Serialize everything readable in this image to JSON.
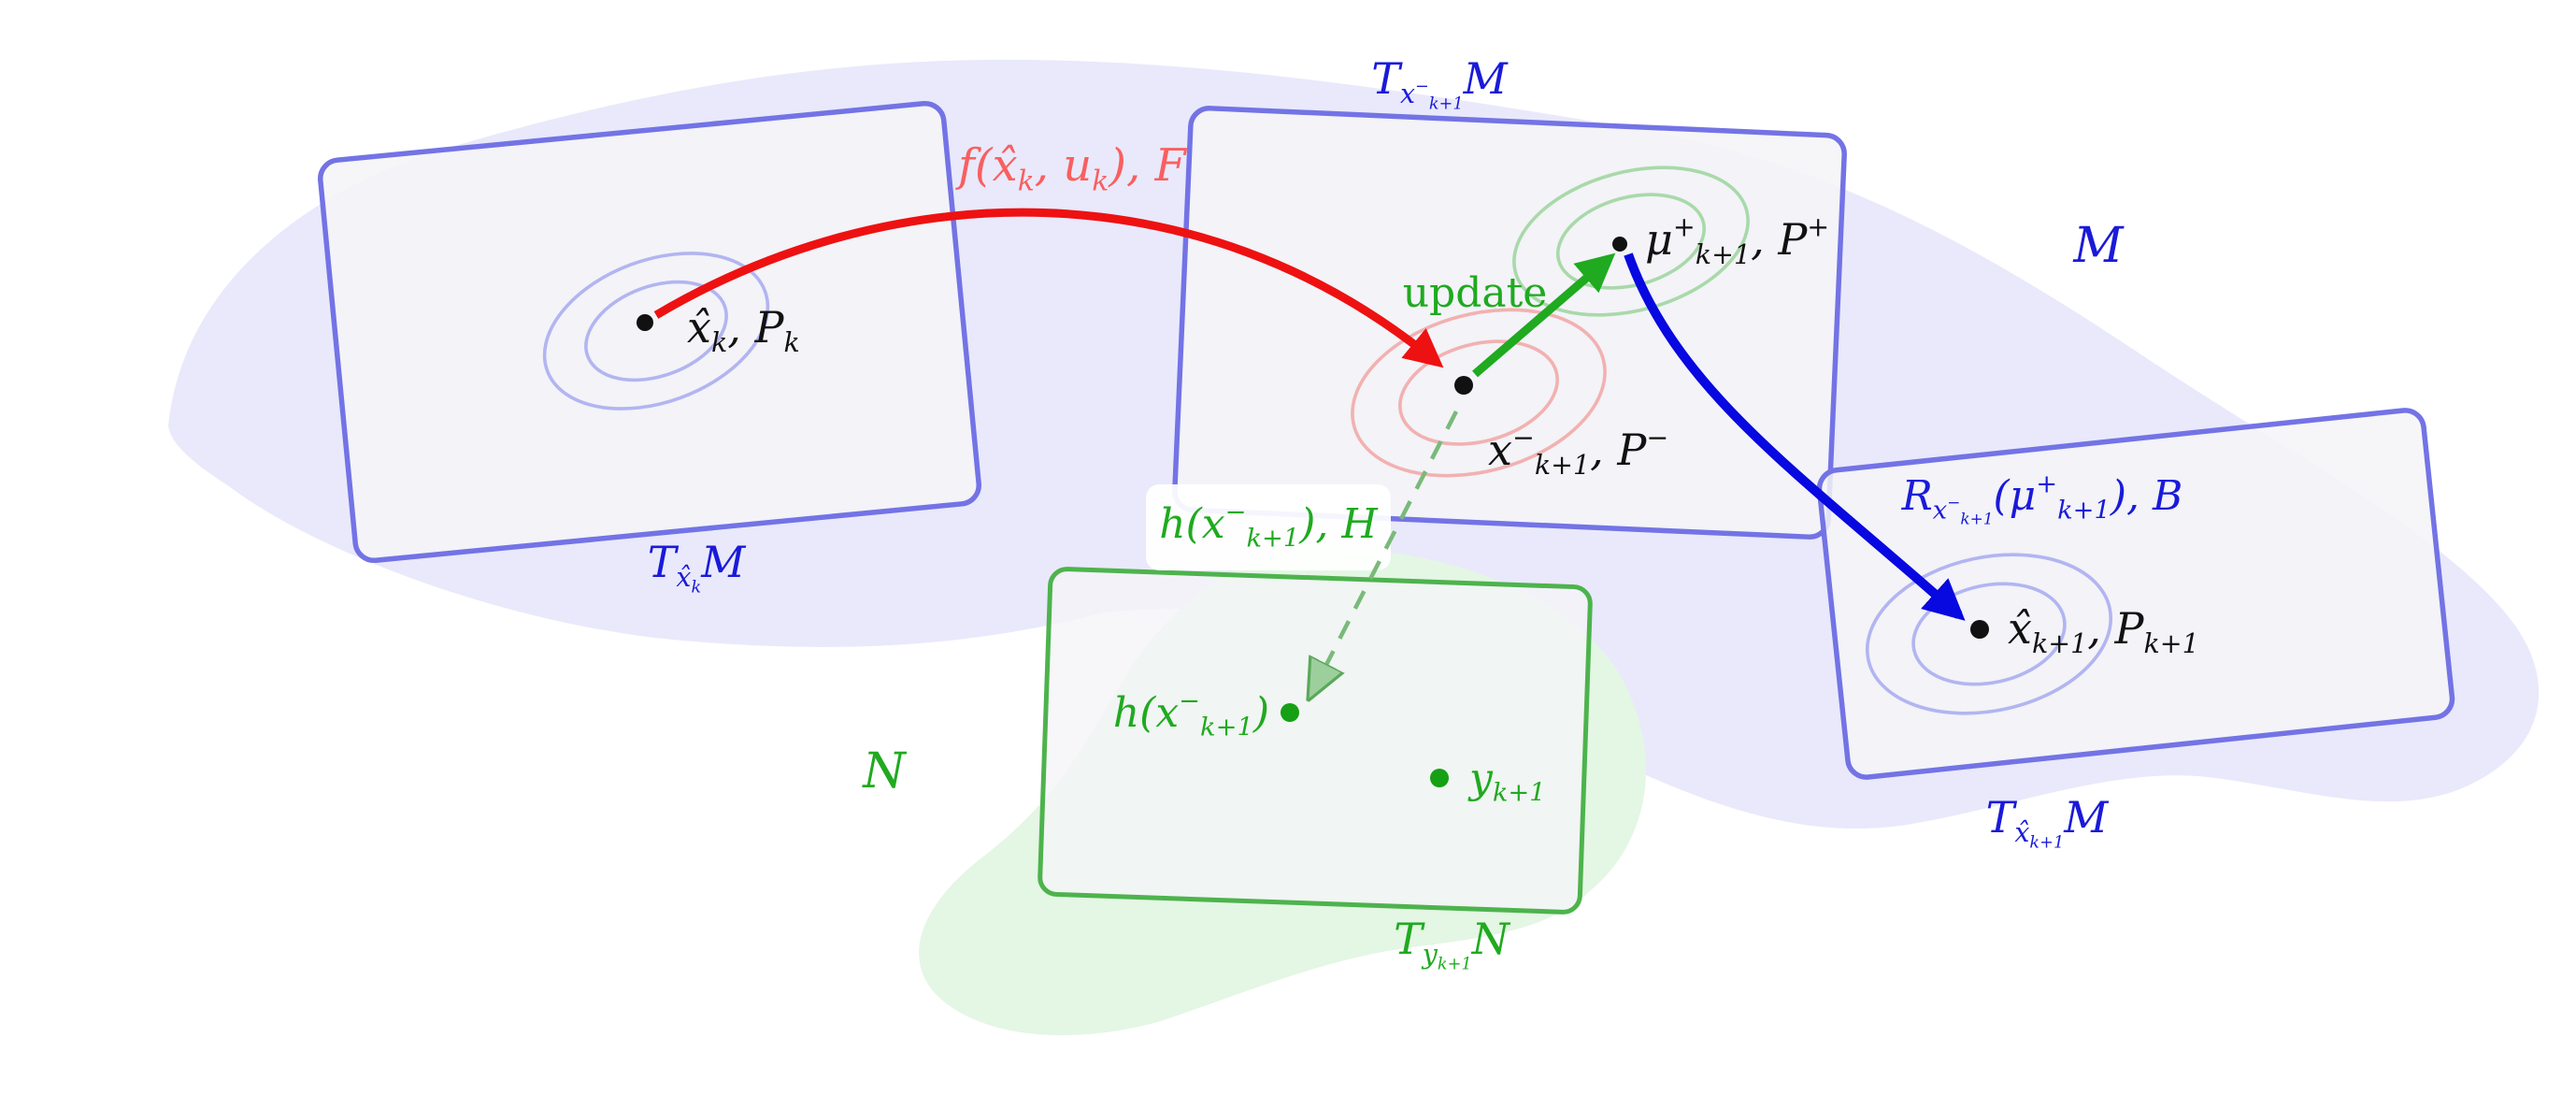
{
  "colors": {
    "manifold_state_fill": "#e9e9fb",
    "manifold_obs_fill": "#e4f6e4",
    "tangent_plane_stroke": "#7373e6",
    "tangent_plane_fill": "#f5f5f7",
    "blue_label": "#1a1ad9",
    "blue_arrow": "#0808e0",
    "blue_ellipse": "#b2b5f0",
    "red_arrow": "#ee1111",
    "red_label": "#f95f5f",
    "red_ellipse": "#f2b1b1",
    "green_label": "#1faa1f",
    "green_arrow": "#1faa1f",
    "green_dashed": "#79ba79",
    "green_ellipse": "#a9d9a9",
    "green_point": "#15a015",
    "black_point": "#111111"
  },
  "manifolds": {
    "state": "M",
    "observation": "N"
  },
  "tangent_planes": {
    "at_xk": "T_{x̂_{k}}M",
    "at_xpred": "T_{x^{−}_{k+1}}M",
    "at_xk1": "T_{x̂_{k+1}}M",
    "at_yk1": "T_{y_{k+1}}N"
  },
  "points": {
    "state_k": "x̂_{k}, P_{k}",
    "state_pred": "x^{−}_{k+1}, P^{−}",
    "state_upd": "μ^{+}_{k+1}, P^{+}",
    "state_k1": "x̂_{k+1}, P_{k+1}",
    "obs_pred": "h(x^{−}_{k+1})",
    "measurement": "y_{k+1}"
  },
  "arrows": {
    "propagation": "f(x̂_{k}, u_{k}), F",
    "update": "update",
    "retraction": "R_{x^{−}_{k+1}}(μ^{+}_{k+1}), B",
    "observation": "h(x^{−}_{k+1}), H"
  }
}
